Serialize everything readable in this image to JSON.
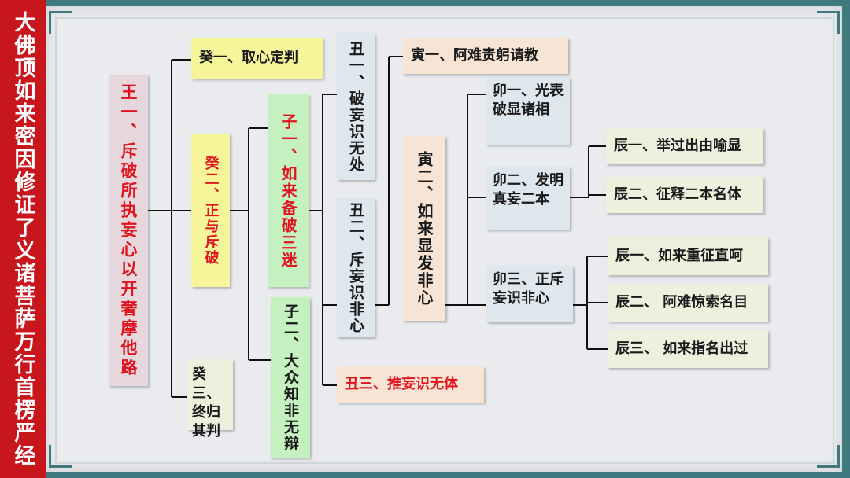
{
  "sidebar": {
    "title": "大佛顶如来密因修证了义诸菩萨万行首楞严经"
  },
  "nodes": {
    "ren1": "王一、斥破所执妄心以开奢摩他路",
    "gui1": "癸一、取心定判",
    "gui2": "癸二、正与斥破",
    "gui3": "癸三、终归其判",
    "zi1": "子一、如来备破三迷",
    "zi2": "子二、大众知非无辩",
    "chou1": "丑一、破妄识无处",
    "chou2": "丑二、斥妄识非心",
    "chou3": "丑三、推妄识无体",
    "yin1": "寅一、阿难责躬请教",
    "yin2": "寅二、如来显发非心",
    "mao1": "卯一、光表破显诸相",
    "mao2": "卯二、发明真妄二本",
    "mao3": "卯三、正斥妄识非心",
    "chen2_1": "辰一、举过出由喻显",
    "chen2_2": "辰二、征释二本名体",
    "chen3_1": "辰一、如来重征直呵",
    "chen3_2": "辰二、 阿难惊索名目",
    "chen3_3": "辰三、 如来指名出过"
  }
}
